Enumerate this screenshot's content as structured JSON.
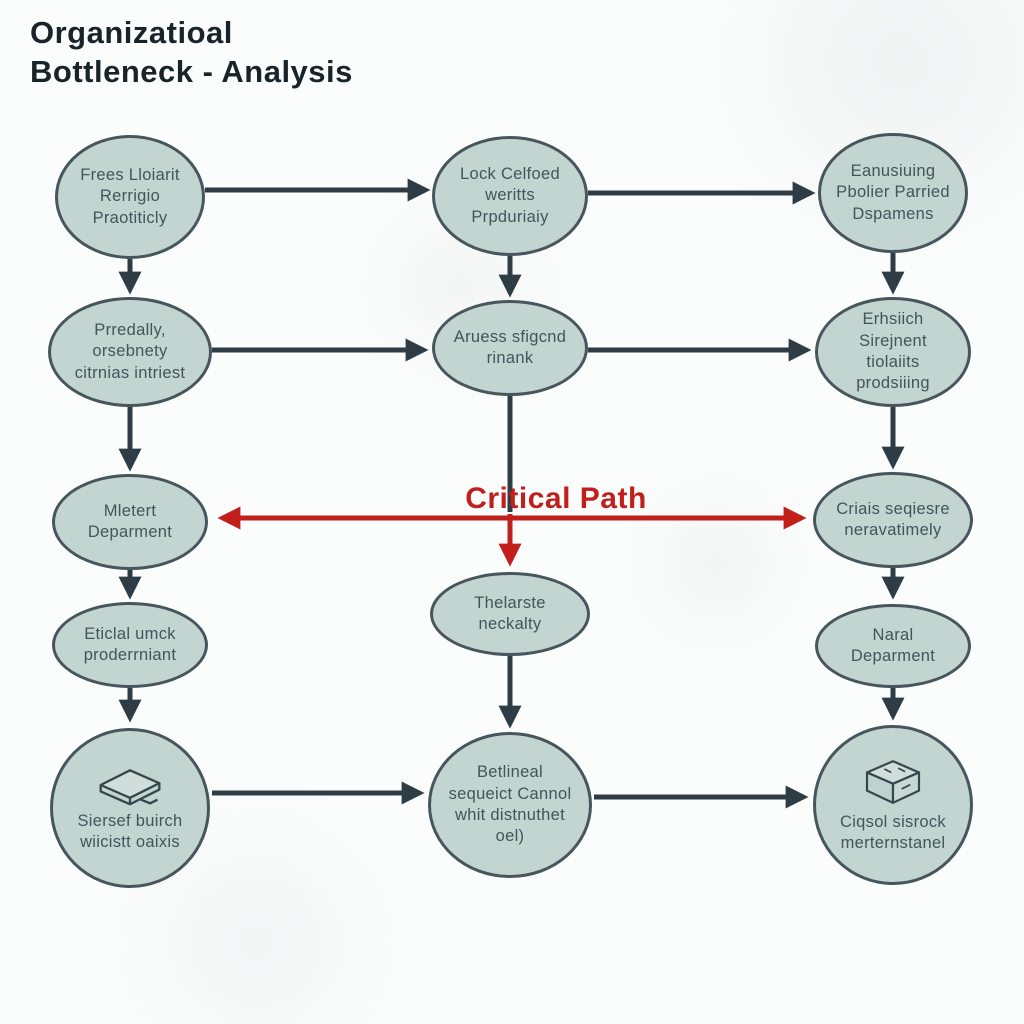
{
  "title": {
    "line1": "Organizatioal",
    "line2": "Bottleneck - Analysis"
  },
  "critical_path": {
    "label": "Critical Path",
    "color": "#c11f1c"
  },
  "colors": {
    "node_fill": "#c3d5d1",
    "node_stroke": "#47565c",
    "arrow": "#2e3d45",
    "title_text": "#18242a",
    "node_text": "#44545a"
  },
  "nodes": {
    "top_left": {
      "label": "Frees Lloiarit Rerrigio Praotiticly"
    },
    "top_middle": {
      "label": "Lock Celfoed weritts Prpduriaiy"
    },
    "top_right": {
      "label": "Eanusiuing Pbolier Parried Dspamens"
    },
    "row2_left": {
      "label": "Prredally, orsebnety citrnias intriest"
    },
    "row2_middle": {
      "label": "Aruess sfigcnd rinank"
    },
    "row2_right": {
      "label": "Erhsiich Sirejnent tiolaiits prodsiiing"
    },
    "row3_left": {
      "label": "Mletert Deparment"
    },
    "row3_right": {
      "label": "Criais seqiesre neravatimely"
    },
    "row4_left": {
      "label": "Eticlal umck proderrniant"
    },
    "row4_middle": {
      "label": "Thelarste neckalty"
    },
    "row4_right": {
      "label": "Naral Deparment"
    },
    "bottom_left": {
      "label": "Siersef buirch wiicistt oaixis",
      "icon": "book-icon"
    },
    "bottom_middle": {
      "label": "Betlineal sequeict Cannol whit distnuthet oel)"
    },
    "bottom_right": {
      "label": "Ciqsol sisrock merternstanel",
      "icon": "cube-icon"
    }
  }
}
